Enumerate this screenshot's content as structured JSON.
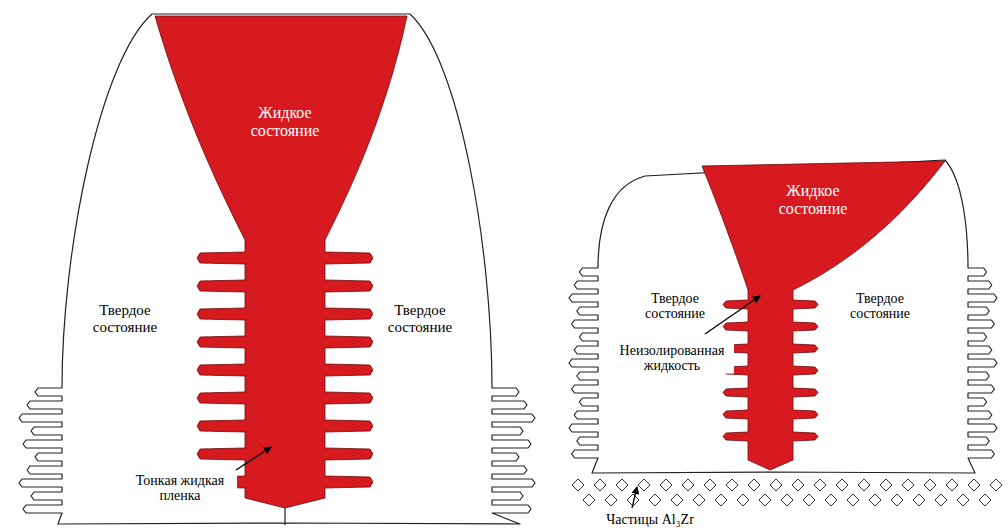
{
  "diagram": {
    "labels": [
      "Жидкое состояние",
      "Твердое состояние",
      "Твердое состояние",
      "Тонкая жидкая пленка",
      "Жидкое состояние",
      "Твердое состояние",
      "Твердое состояние",
      "Неизолированная жидкость",
      "Частицы Al₃Zr"
    ]
  }
}
